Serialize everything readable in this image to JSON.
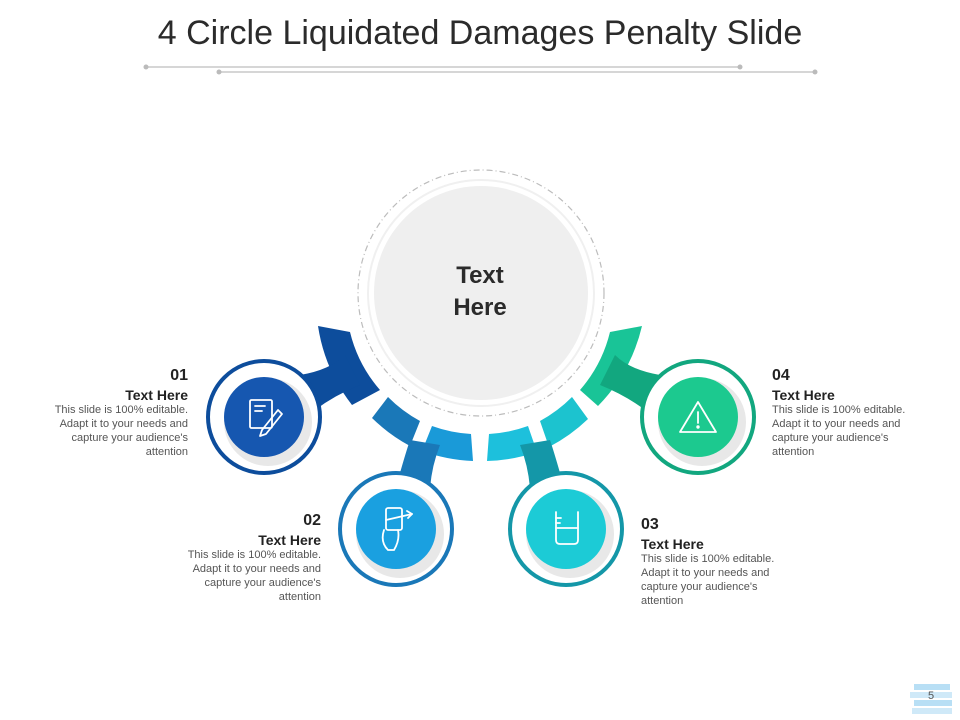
{
  "slide": {
    "title": "4 Circle Liquidated Damages Penalty Slide",
    "center_text_line1": "Text",
    "center_text_line2": "Here",
    "page_number": "5"
  },
  "items": [
    {
      "number": "01",
      "heading": "Text Here",
      "description": "This slide is 100% editable. Adapt it to your needs and capture your audience's attention",
      "icon": "edit-document-icon",
      "color": "#0d4d9c",
      "inner_color": "#1657b0"
    },
    {
      "number": "02",
      "heading": "Text Here",
      "description": "This slide is 100% editable. Adapt it to your needs and capture your audience's attention",
      "icon": "hand-growth-icon",
      "color": "#1a78b8",
      "inner_color": "#1aa0e0"
    },
    {
      "number": "03",
      "heading": "Text Here",
      "description": "This slide is 100% editable. Adapt it to your needs and capture your audience's attention",
      "icon": "beaker-icon",
      "color": "#1497a8",
      "inner_color": "#1ccbd6"
    },
    {
      "number": "04",
      "heading": "Text Here",
      "description": "This slide is 100% editable. Adapt it to your needs and capture your audience's attention",
      "icon": "warning-triangle-icon",
      "color": "#12a77f",
      "inner_color": "#1cc98f"
    }
  ]
}
